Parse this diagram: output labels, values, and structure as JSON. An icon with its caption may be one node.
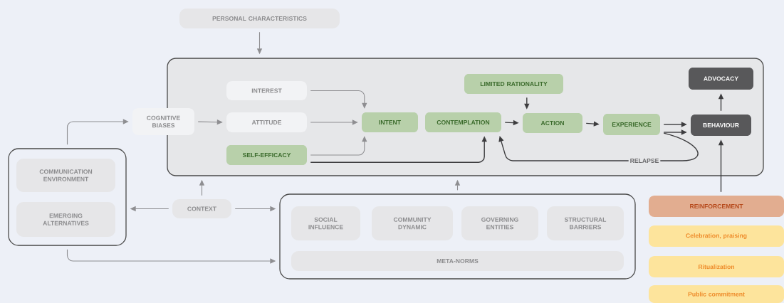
{
  "diagram": {
    "nodes": [
      {
        "text": [],
        "shape": "box"
      },
      {
        "text": [
          "PERSONAL CHARACTERISTICS"
        ]
      },
      {
        "text": [
          "INTEREST"
        ],
        "in": 0
      },
      {
        "text": [
          "COGNITIVE BIASES"
        ]
      },
      {
        "text": [
          "ATTITUDE"
        ],
        "in": 0
      },
      {
        "text": [
          "SELF-EFFICACY"
        ],
        "in": 0
      },
      {
        "text": [
          "INTENT"
        ],
        "in": 0
      },
      {
        "text": [
          "CONTEMPLATION"
        ],
        "in": 0
      },
      {
        "text": [
          "LIMITED RATIONALITY"
        ],
        "in": 0
      },
      {
        "text": [
          "ACTION"
        ],
        "in": 0
      },
      {
        "text": [
          "EXPERIENCE"
        ],
        "in": 0
      },
      {
        "text": [
          "ADVOCACY"
        ],
        "in": 0
      },
      {
        "text": [
          "BEHAVIOUR"
        ],
        "in": 0
      },
      {
        "text": [],
        "shape": "box"
      },
      {
        "text": [
          "COMMUNICATION ENVIRONMENT"
        ],
        "in": 13
      },
      {
        "text": [
          "EMERGING ALTERNATIVES"
        ],
        "in": 13
      },
      {
        "text": [
          "CONTEXT"
        ]
      },
      {
        "text": [],
        "shape": "box"
      },
      {
        "text": [
          "SOCIAL INFLUENCE"
        ],
        "in": 17
      },
      {
        "text": [
          "COMMUNITY DYNAMIC"
        ],
        "in": 17
      },
      {
        "text": [
          "GOVERNING ENTITIES"
        ],
        "in": 17
      },
      {
        "text": [
          "STRUCTURAL BARRIERS"
        ],
        "in": 17
      },
      {
        "text": [
          "META-NORMS"
        ],
        "in": 17
      },
      {
        "text": [
          "REINFORCEMENT"
        ]
      },
      {
        "text": [
          "Celebration, praising"
        ]
      },
      {
        "text": [
          "Ritualization"
        ]
      },
      {
        "text": [
          "Public commitment"
        ]
      }
    ],
    "edges": [
      {
        "from": 1,
        "to": 0,
        "arrow": "to"
      },
      {
        "from": 13,
        "to": 3,
        "arrow": "to"
      },
      {
        "from": 3,
        "to": 4,
        "arrow": "to"
      },
      {
        "from": 2,
        "to": 6,
        "arrow": "to"
      },
      {
        "from": 4,
        "to": 6,
        "arrow": "to"
      },
      {
        "from": 5,
        "to": 6,
        "arrow": "to"
      },
      {
        "from": 5,
        "to": 7,
        "arrow": "to",
        "color": "#3d3d3f"
      },
      {
        "from": 7,
        "to": 9,
        "arrow": "to",
        "color": "#3d3d3f"
      },
      {
        "from": 8,
        "to": 9,
        "arrow": "to",
        "color": "#3d3d3f"
      },
      {
        "from": 9,
        "to": 10,
        "arrow": "to",
        "color": "#3d3d3f"
      },
      {
        "from": 10,
        "to": 12,
        "arrow": "to",
        "color": "#3d3d3f"
      },
      {
        "from": 10,
        "to": 12,
        "arrow": "to",
        "color": "#3d3d3f"
      },
      {
        "from": 10,
        "to": 7,
        "arrow": "to",
        "label": "RELAPSE",
        "color": "#3d3d3f"
      },
      {
        "from": 12,
        "to": 11,
        "arrow": "to",
        "color": "#3d3d3f"
      },
      {
        "from": 23,
        "to": 12,
        "arrow": "to",
        "color": "#3d3d3f"
      },
      {
        "from": 16,
        "to": 13,
        "arrow": "to"
      },
      {
        "from": 16,
        "to": 17,
        "arrow": "to"
      },
      {
        "from": 16,
        "to": 0,
        "arrow": "to"
      },
      {
        "from": 17,
        "to": 0,
        "arrow": "to"
      },
      {
        "from": 13,
        "to": 17,
        "arrow": "to"
      }
    ]
  }
}
